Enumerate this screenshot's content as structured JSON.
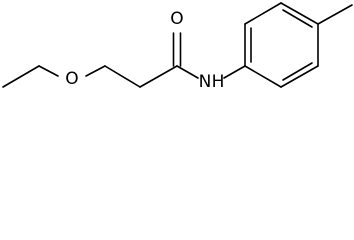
{
  "molecule": {
    "atoms": {
      "ether_oxygen": "O",
      "carbonyl_oxygen": "O",
      "amide_nitrogen": "N",
      "amide_hydrogen": "H"
    },
    "colors": {
      "bond": "#000000",
      "label": "#000000",
      "background": "#ffffff"
    }
  }
}
